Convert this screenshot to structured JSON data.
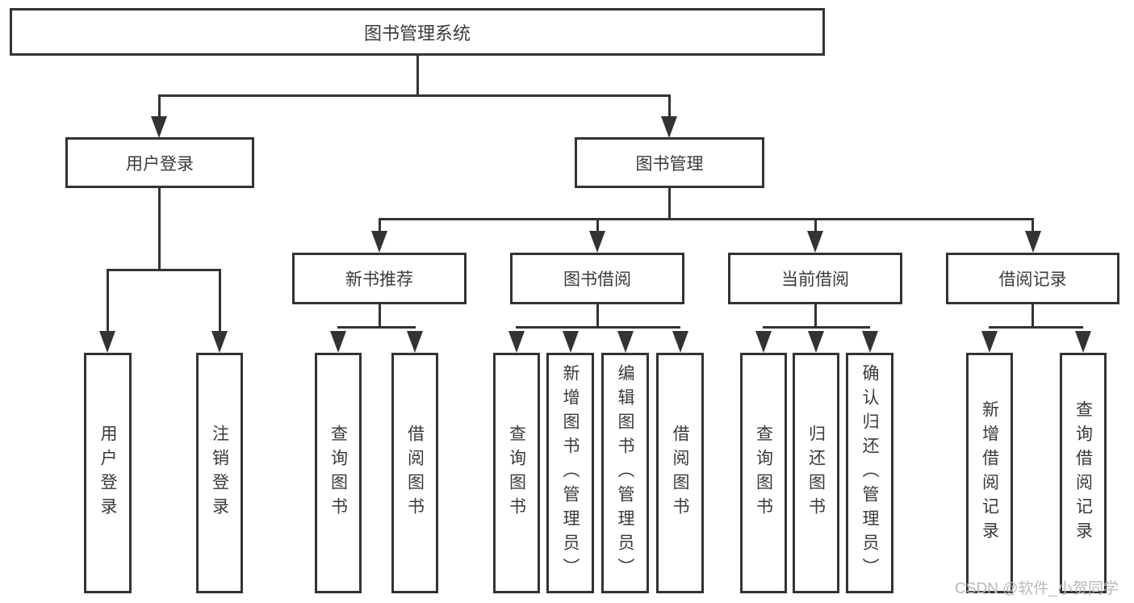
{
  "colors": {
    "line": "#333333",
    "text": "#3a3a3a",
    "box_background": "#ffffff",
    "page_background": "#ffffff",
    "watermark": "#b9b9b9"
  },
  "diagram": {
    "root": {
      "label": "图书管理系统"
    },
    "branches": [
      {
        "label": "用户登录",
        "children": [
          {
            "label": "用户登录"
          },
          {
            "label": "注销登录"
          }
        ]
      },
      {
        "label": "图书管理",
        "sections": [
          {
            "label": "新书推荐",
            "children": [
              {
                "label": "查询图书"
              },
              {
                "label": "借阅图书"
              }
            ]
          },
          {
            "label": "图书借阅",
            "children": [
              {
                "label": "查询图书"
              },
              {
                "label": "新增图书（管理员）"
              },
              {
                "label": "编辑图书（管理员）"
              },
              {
                "label": "借阅图书"
              }
            ]
          },
          {
            "label": "当前借阅",
            "children": [
              {
                "label": "查询图书"
              },
              {
                "label": "归还图书"
              },
              {
                "label": "确认归还（管理员）"
              }
            ]
          },
          {
            "label": "借阅记录",
            "children": [
              {
                "label": "新增借阅记录"
              },
              {
                "label": "查询借阅记录"
              }
            ]
          }
        ]
      }
    ]
  },
  "watermark": {
    "text": "CSDN @软件_小贺同学"
  }
}
